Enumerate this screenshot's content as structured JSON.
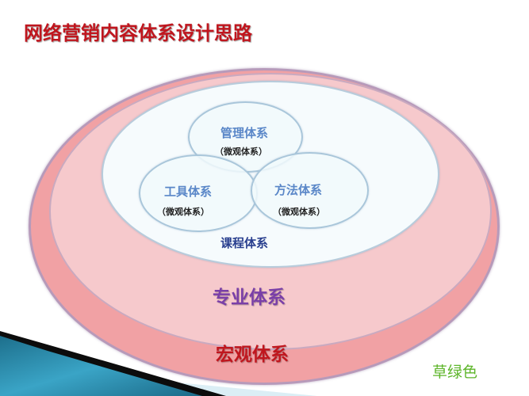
{
  "title": "网络营销内容体系设计思路",
  "diagram": {
    "outer_ring": {
      "label": "宏观体系",
      "color": "#f1a1a4"
    },
    "second_ring": {
      "label": "专业体系",
      "color": "#f6c9cc"
    },
    "inner_ring": {
      "label": "课程体系",
      "color": "#f6fbfd"
    },
    "circles": [
      {
        "label": "管理体系",
        "sub": "（微观体系）"
      },
      {
        "label": "工具体系",
        "sub": "（微观体系）"
      },
      {
        "label": "方法体系",
        "sub": "（微观体系）"
      }
    ]
  },
  "note": "草绿色",
  "colors": {
    "title": "#c0161e",
    "circle_label": "#5a87c8",
    "course_label": "#283e8e",
    "professional_label": "#7a3fa8",
    "macro_label": "#c0161e",
    "note": "#5db52a"
  }
}
